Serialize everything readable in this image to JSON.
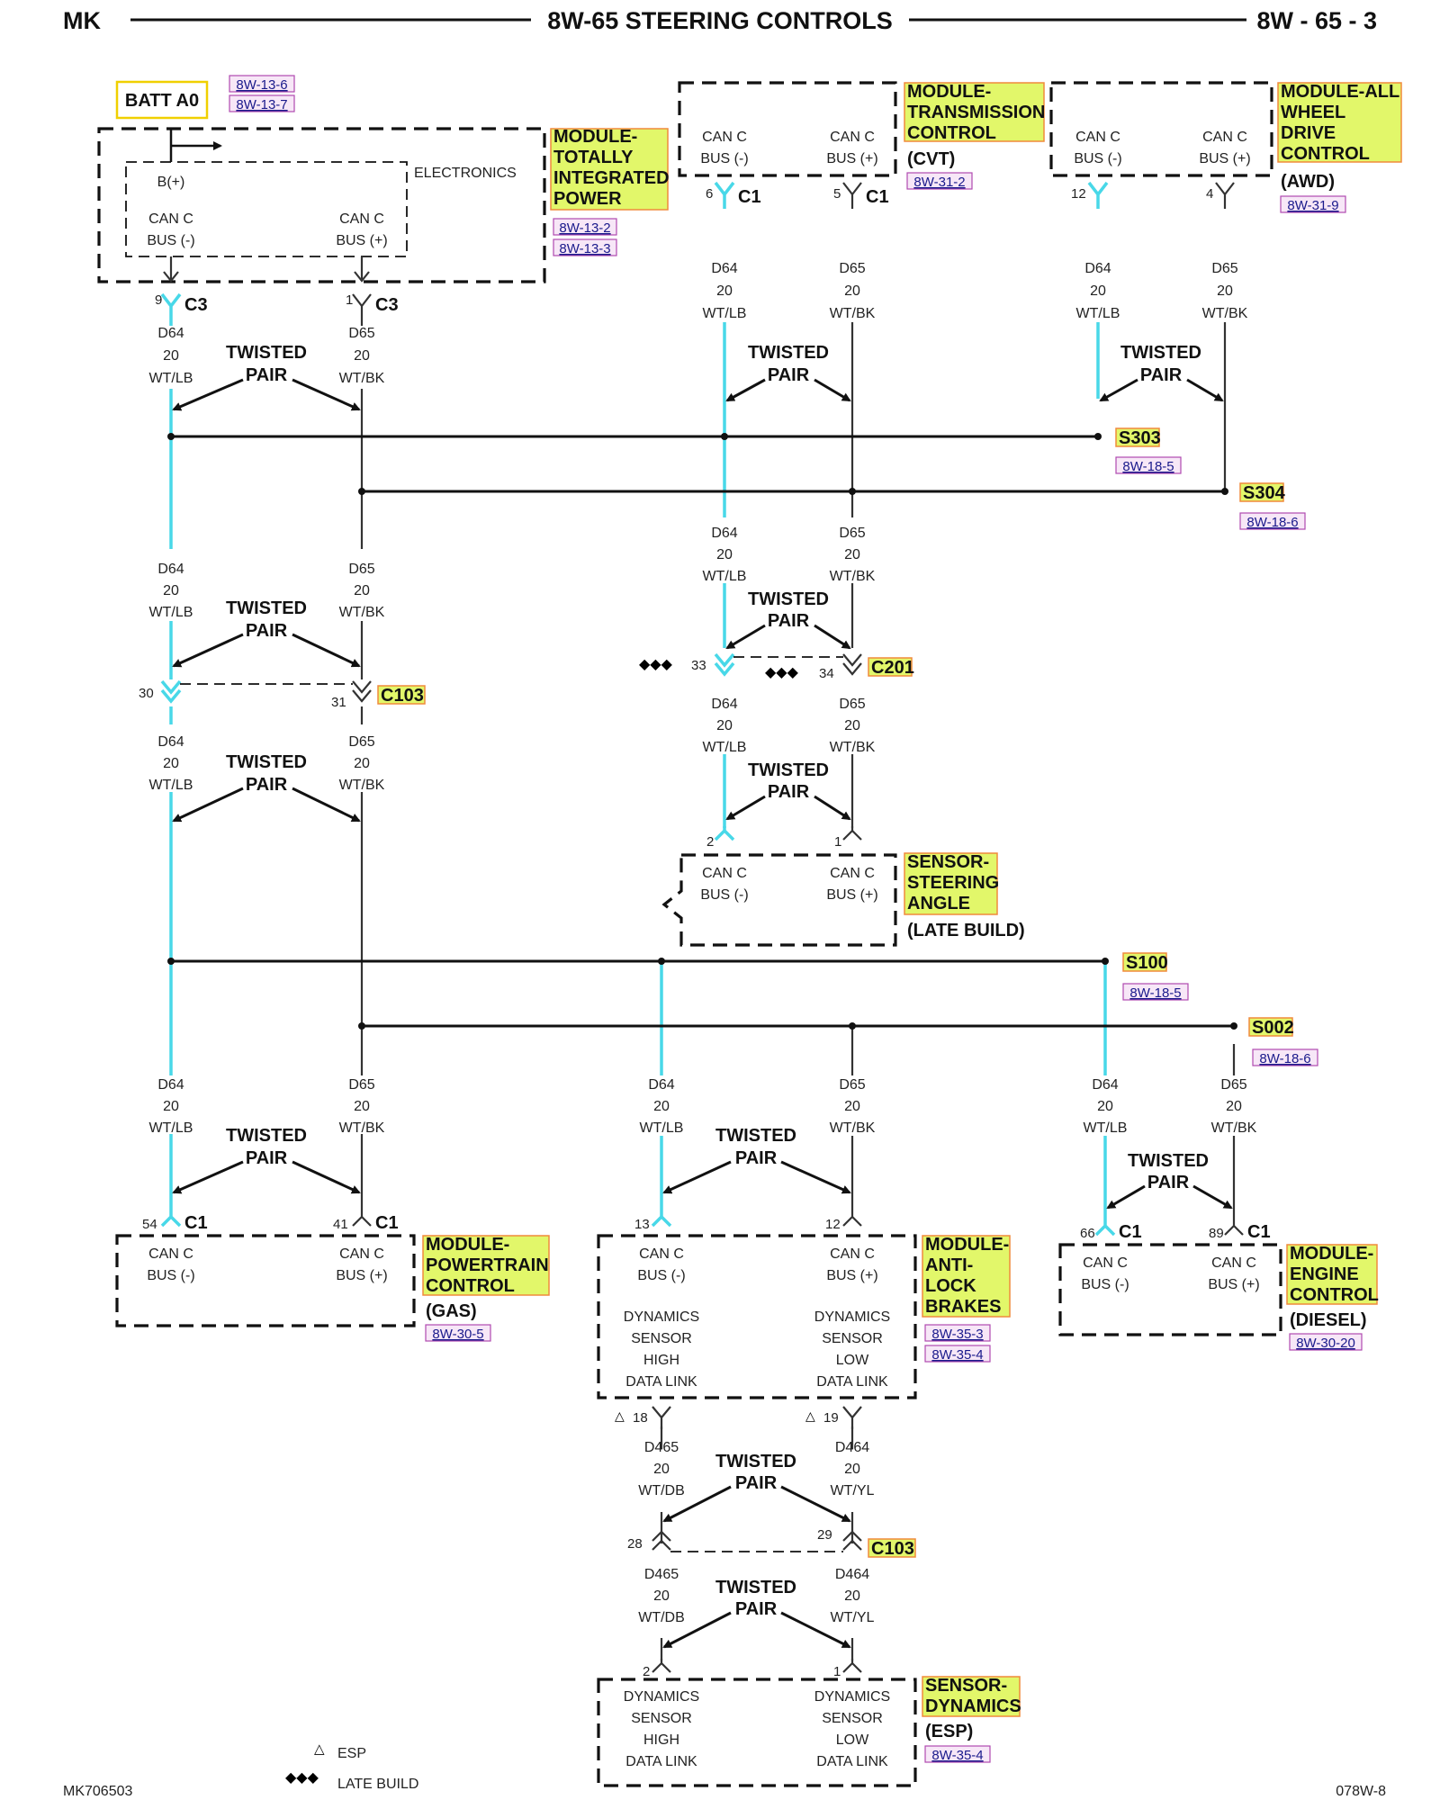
{
  "header": {
    "left": "MK",
    "center": "8W-65 STEERING CONTROLS",
    "right": "8W - 65 - 3"
  },
  "footer": {
    "left": "MK706503",
    "right": "078W-8"
  },
  "legend": [
    {
      "icon": "triangle-icon",
      "label": "ESP"
    },
    {
      "icon": "diamonds-icon",
      "label": "LATE BUILD"
    }
  ],
  "common": {
    "twisted": "TWISTED",
    "pair": "PAIR",
    "can_c": "CAN C",
    "bus_neg": "BUS (-)",
    "bus_pos": "BUS (+)",
    "gauge": "20",
    "d64": "D64",
    "d65": "D65",
    "wtlb": "WT/LB",
    "wtbk": "WT/BK"
  },
  "batt": {
    "label": "BATT A0",
    "refs": [
      "8W-13-6",
      "8W-13-7"
    ]
  },
  "tipm": {
    "lines": [
      "MODULE-",
      "TOTALLY",
      "INTEGRATED",
      "POWER"
    ],
    "refs": [
      "8W-13-2",
      "8W-13-3"
    ],
    "electronics": "ELECTRONICS",
    "bplus": "B(+)",
    "pin_neg": "9",
    "pin_pos": "1",
    "connector": "C3"
  },
  "tcm": {
    "lines": [
      "MODULE-",
      "TRANSMISSION",
      "CONTROL"
    ],
    "variant": "(CVT)",
    "ref": "8W-31-2",
    "pin_neg": "6",
    "pin_pos": "5",
    "connector": "C1"
  },
  "awd": {
    "lines": [
      "MODULE-ALL",
      "WHEEL",
      "DRIVE",
      "CONTROL"
    ],
    "variant": "(AWD)",
    "ref": "8W-31-9",
    "pin_neg": "12",
    "pin_pos": "4"
  },
  "splices": {
    "s303": {
      "label": "S303",
      "ref": "8W-18-5"
    },
    "s304": {
      "label": "S304",
      "ref": "8W-18-6"
    },
    "s100": {
      "label": "S100",
      "ref": "8W-18-5"
    },
    "s002": {
      "label": "S002",
      "ref": "8W-18-6"
    }
  },
  "c103": {
    "label": "C103",
    "pin_neg": "30",
    "pin_pos": "31",
    "pin_a": "28",
    "pin_b": "29"
  },
  "c201": {
    "label": "C201",
    "pin_neg": "33",
    "pin_pos": "34"
  },
  "sas": {
    "lines": [
      "SENSOR-",
      "STEERING",
      "ANGLE"
    ],
    "variant": "(LATE BUILD)",
    "pin_neg": "2",
    "pin_pos": "1"
  },
  "pcm": {
    "lines": [
      "MODULE-",
      "POWERTRAIN",
      "CONTROL"
    ],
    "variant": "(GAS)",
    "ref": "8W-30-5",
    "pin_neg": "54",
    "pin_pos": "41",
    "connector": "C1"
  },
  "abs": {
    "lines": [
      "MODULE-",
      "ANTI-",
      "LOCK",
      "BRAKES"
    ],
    "refs": [
      "8W-35-3",
      "8W-35-4"
    ],
    "pin_neg": "13",
    "pin_pos": "12",
    "pin_hi": "18",
    "pin_lo": "19",
    "dyn_hi": [
      "DYNAMICS",
      "SENSOR",
      "HIGH",
      "DATA LINK"
    ],
    "dyn_lo": [
      "DYNAMICS",
      "SENSOR",
      "LOW",
      "DATA LINK"
    ]
  },
  "ecm": {
    "lines": [
      "MODULE-",
      "ENGINE",
      "CONTROL"
    ],
    "variant": "(DIESEL)",
    "ref": "8W-30-20",
    "pin_neg": "66",
    "pin_pos": "89",
    "connector": "C1"
  },
  "dyn_wires": {
    "d465": "D465",
    "d464": "D464",
    "wtdb": "WT/DB",
    "wtyl": "WT/YL"
  },
  "dsensor": {
    "lines": [
      "SENSOR-",
      "DYNAMICS"
    ],
    "variant": "(ESP)",
    "ref": "8W-35-4",
    "pin_a": "2",
    "pin_b": "1"
  }
}
